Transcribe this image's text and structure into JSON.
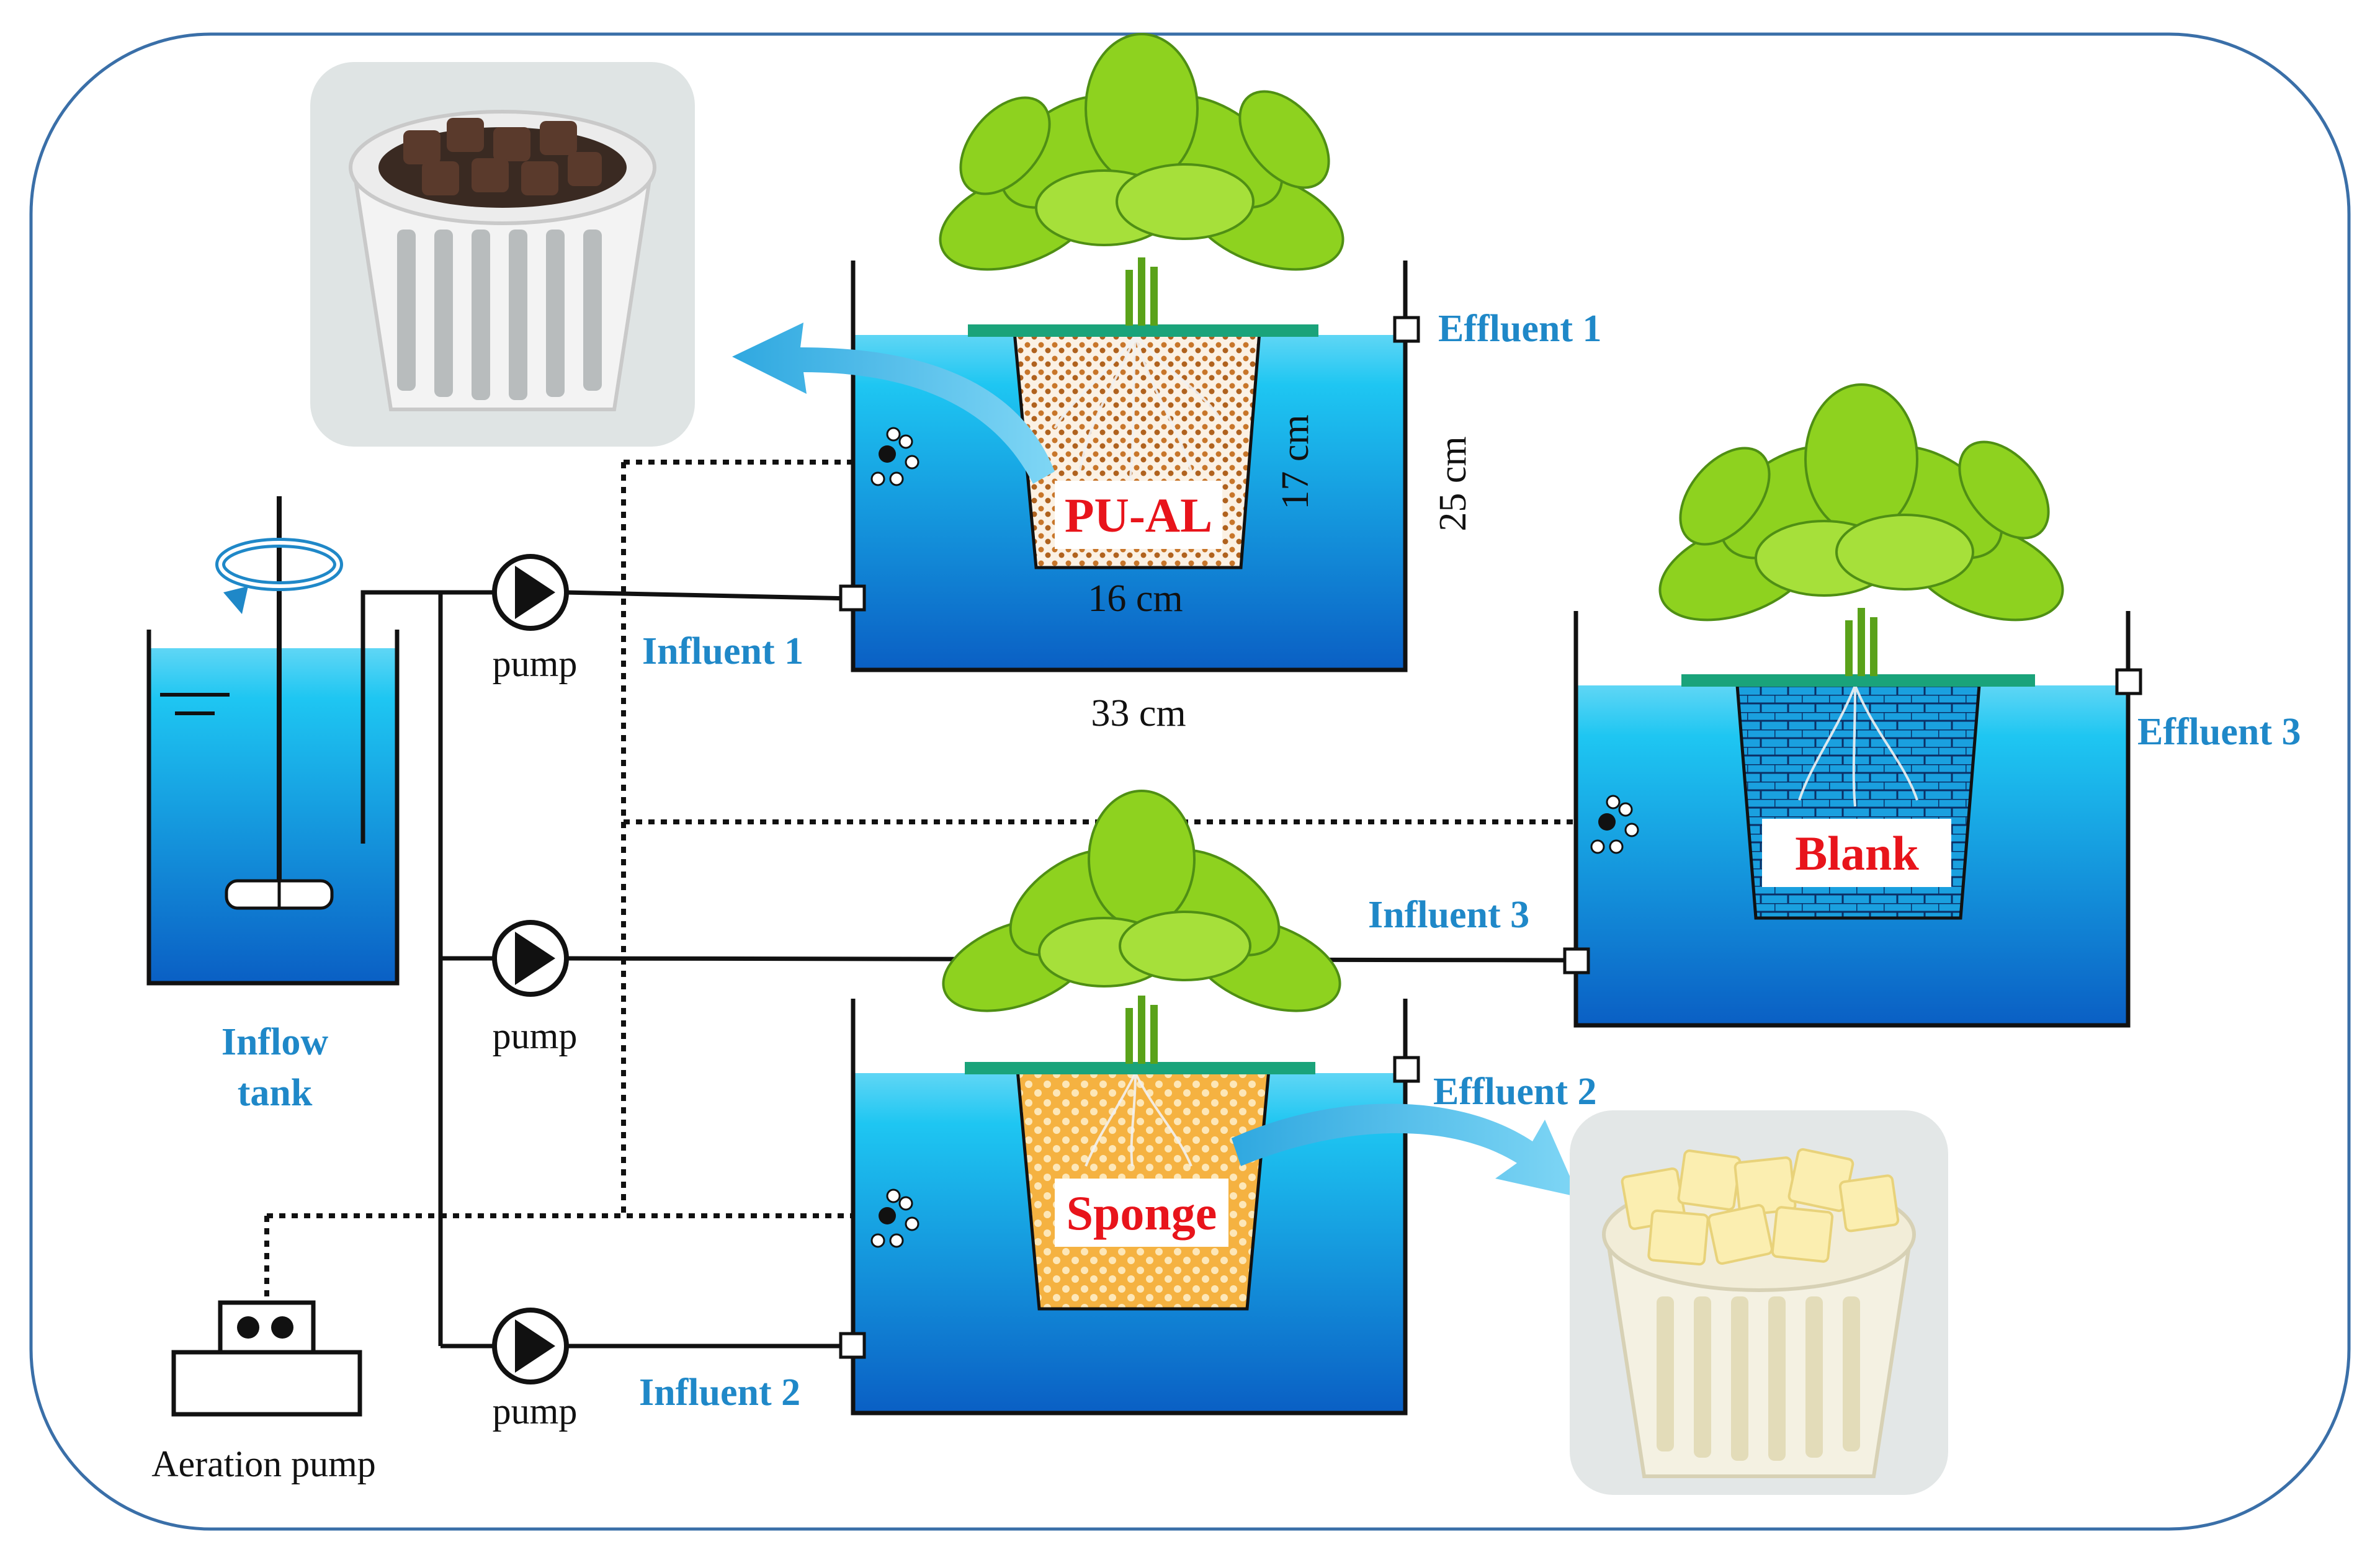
{
  "labels": {
    "effluent_1": "Effluent 1",
    "effluent_2": "Effluent 2",
    "effluent_3": "Effluent 3",
    "influent_1": "Influent 1",
    "influent_2": "Influent 2",
    "influent_3": "Influent 3",
    "pump_1": "pump",
    "pump_2": "pump",
    "pump_3": "pump",
    "inflow_tank_line1": "Inflow",
    "inflow_tank_line2": "tank",
    "aeration_pump": "Aeration pump",
    "media_pu_al": "PU-AL",
    "media_sponge": "Sponge",
    "media_blank": "Blank",
    "dim_width_basket": "16 cm",
    "dim_height_basket": "17 cm",
    "dim_height_tank": "25 cm",
    "dim_width_tank": "33 cm"
  },
  "colors": {
    "water_top": "#1ec6f2",
    "water_bottom": "#0a5fc4",
    "label_blue": "#1f88c8",
    "label_red": "#e8141b",
    "float_plate": "#1aa37a",
    "arrow": "#2fa8e0",
    "frame": "#3a6fa8",
    "leaf": "#8ed21f",
    "pu_al_media": "#c8762a",
    "sponge_media": "#f0a52a"
  }
}
